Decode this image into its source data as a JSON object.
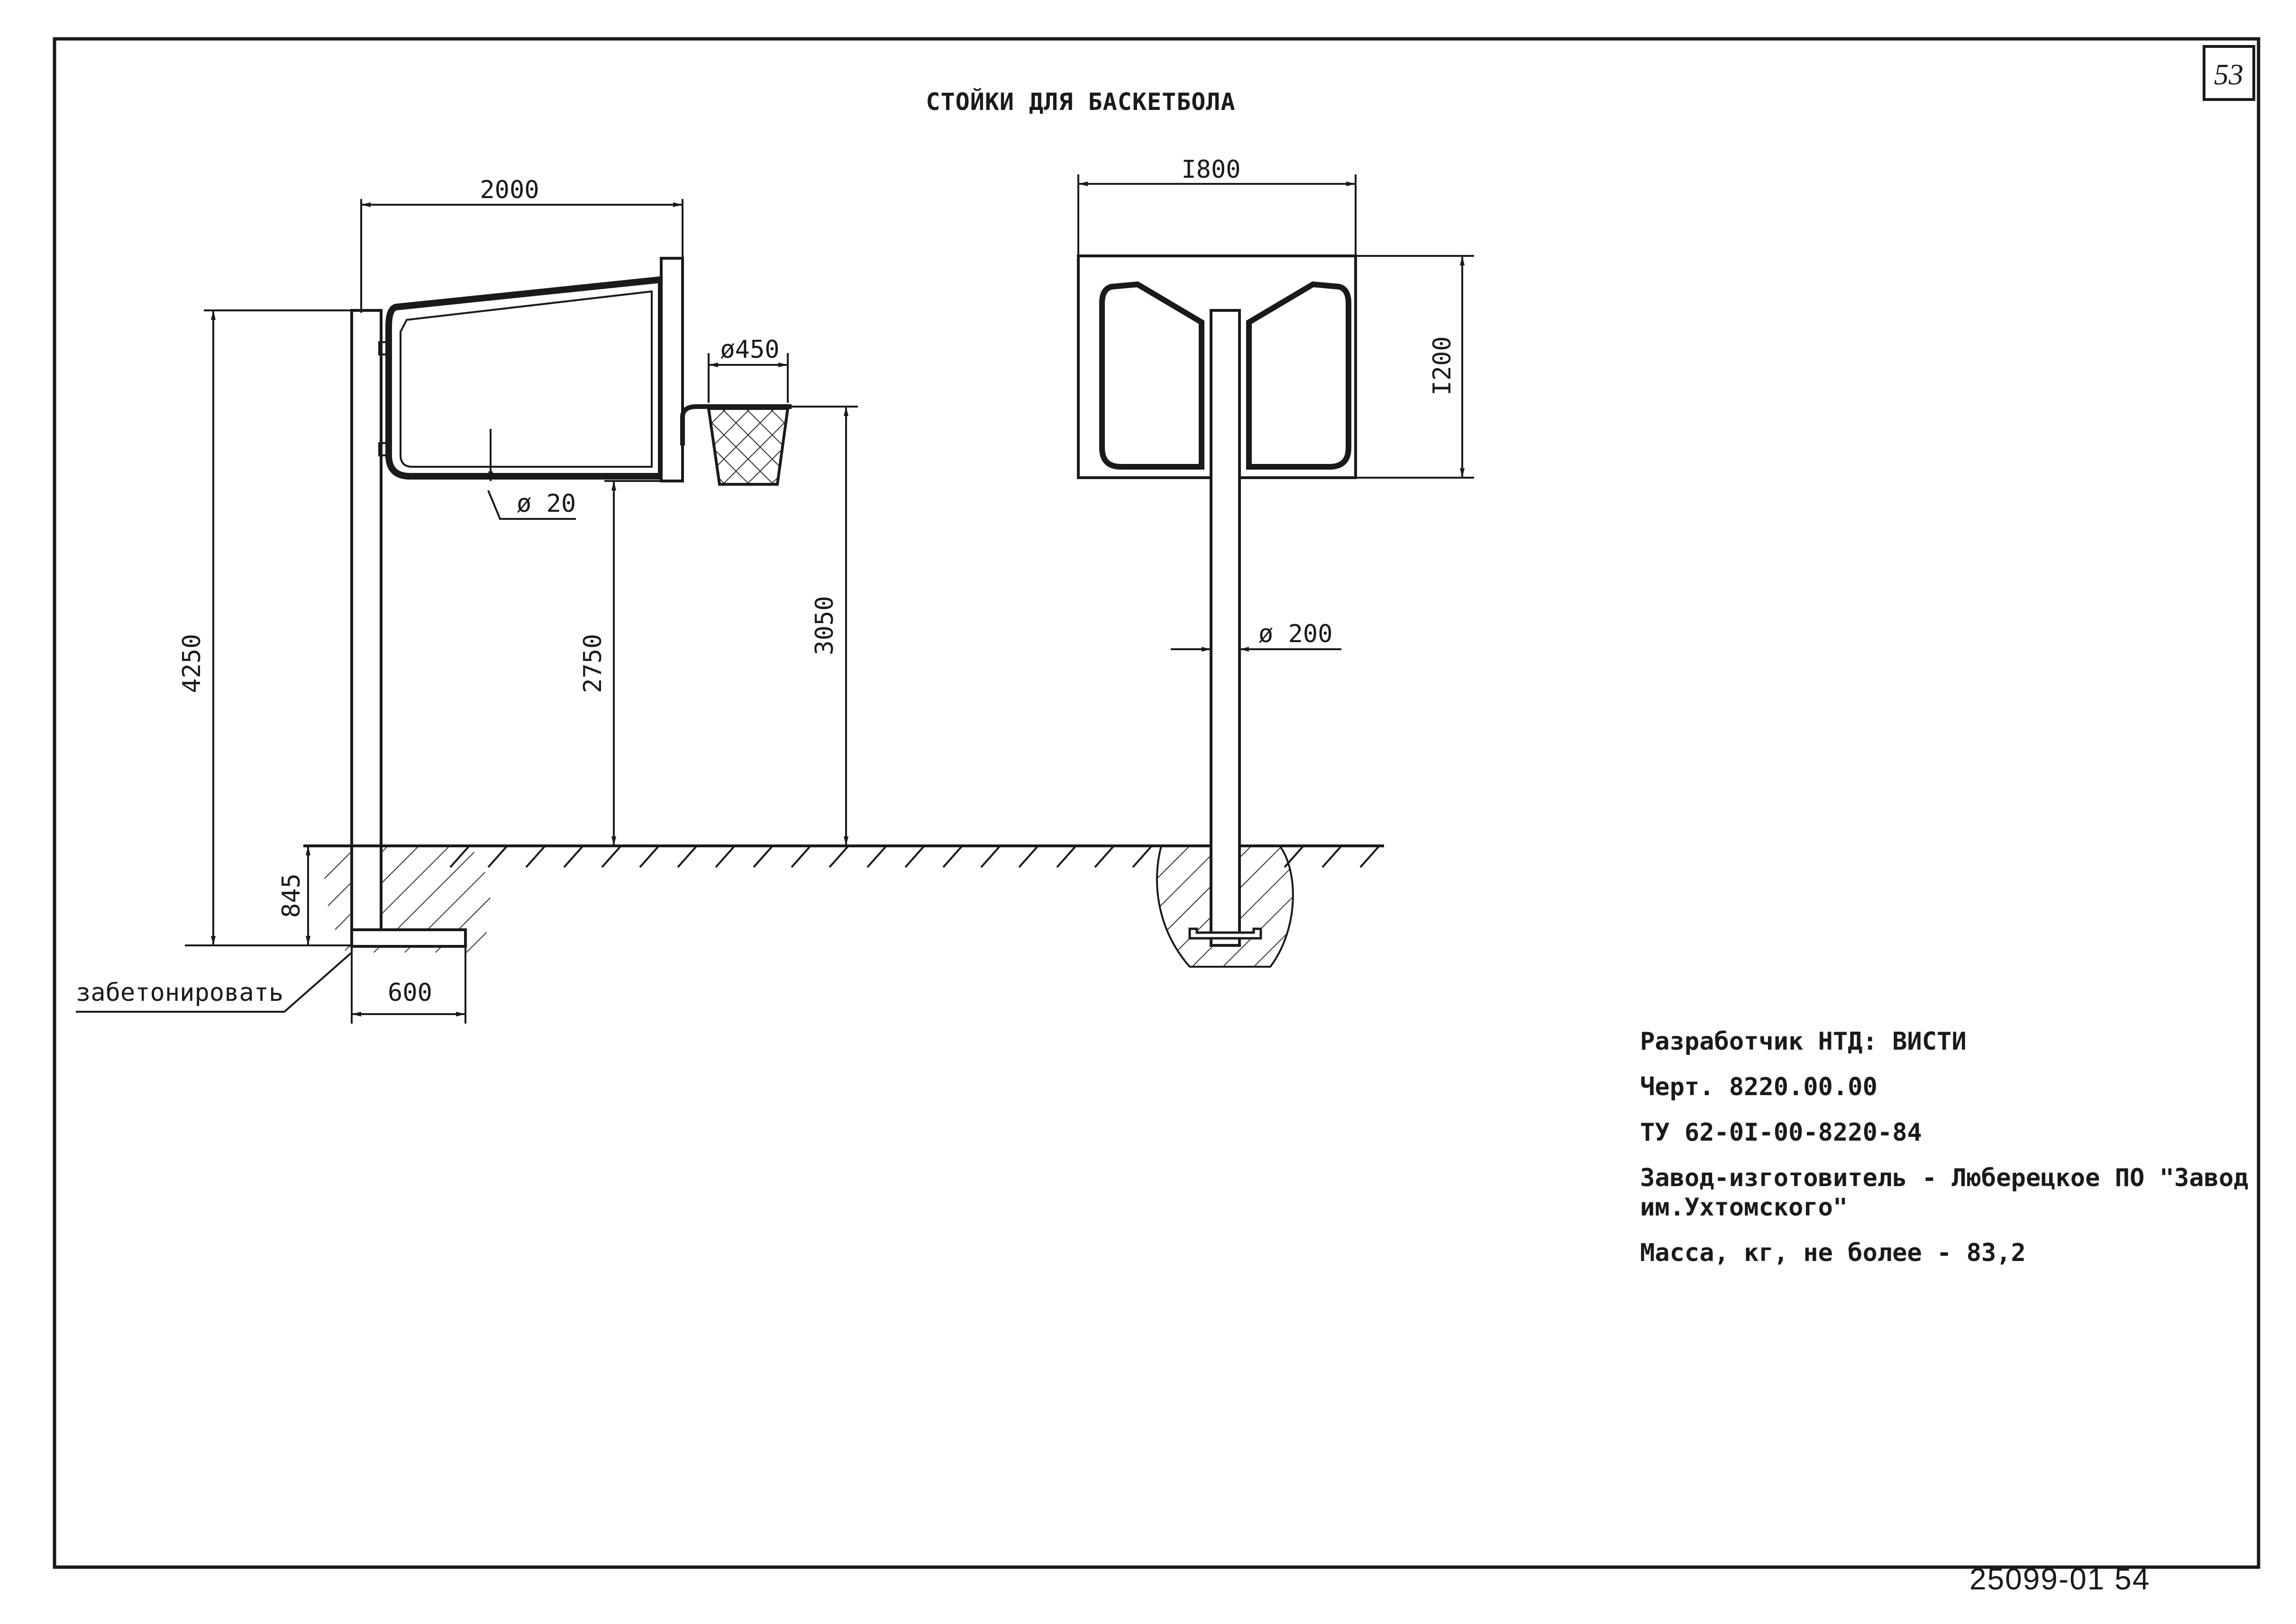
{
  "sheet": {
    "title": "СТОЙКИ ДЛЯ БАСКЕТБОЛА",
    "page_number": "53",
    "footer_code": "25099-01 54"
  },
  "dimensions": {
    "board_width": "2000",
    "hoop_diameter": "ø450",
    "frame_tube": "ø 20",
    "total_height": "4250",
    "board_bottom_height": "2750",
    "hoop_height": "3050",
    "embed_depth": "845",
    "base_width": "600",
    "front_width": "I800",
    "front_height": "I200",
    "post_diameter": "ø 200"
  },
  "labels": {
    "concrete_note": "забетонировать"
  },
  "info_block": {
    "developer": "Разработчик НТД: ВИСТИ",
    "drawing_no": "Черт. 8220.00.00",
    "spec": "ТУ 62-0I-00-8220-84",
    "manufacturer": "Завод-изготовитель - Люберецкое ПО \"Завод им.Ухтомского\"",
    "mass": "Масса, кг, не более - 83,2"
  }
}
